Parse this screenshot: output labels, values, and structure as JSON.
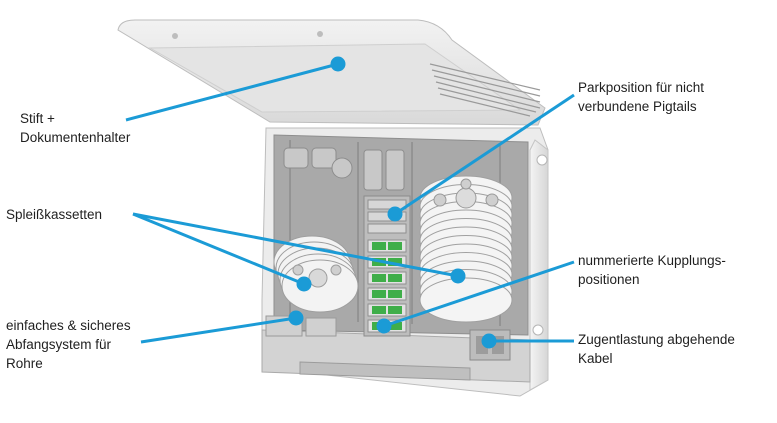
{
  "callouts": {
    "stift": {
      "lines": [
        "Stift +",
        "Dokumentenhalter"
      ]
    },
    "spleiss": {
      "lines": [
        "Spleißkassetten"
      ]
    },
    "abfang": {
      "lines": [
        "einfaches & sicheres",
        "Abfangsystem für",
        "Rohre"
      ]
    },
    "park": {
      "lines": [
        "Parkposition für nicht",
        "verbundene Pigtails"
      ]
    },
    "kupplung": {
      "lines": [
        "nummerierte Kupplungs-",
        "positionen"
      ]
    },
    "zug": {
      "lines": [
        "Zugentlastung abgehende",
        "Kabel"
      ]
    }
  },
  "colors": {
    "callout_line": "#1b9bd6",
    "housing": "#e9e9e9",
    "interior": "#a6a6a6",
    "adapter": "#3fae49"
  }
}
